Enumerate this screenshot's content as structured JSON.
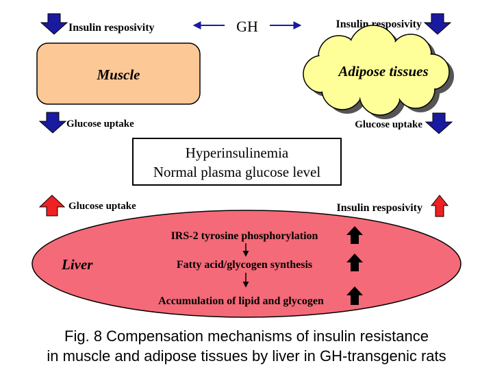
{
  "top": {
    "left_label": "Insulin resposivity",
    "center_label": "GH",
    "right_label": "Insulin resposivity"
  },
  "muscle": {
    "label": "Muscle",
    "fill": "#fcc896",
    "direction": "down"
  },
  "adipose": {
    "label": "Adipose tissues",
    "fill": "#ffff99",
    "direction": "down"
  },
  "glucose_uptake_left": "Glucose uptake",
  "glucose_uptake_right": "Glucose uptake",
  "center_box": {
    "line1": "Hyperinsulinemia",
    "line2": "Normal plasma glucose level"
  },
  "lower": {
    "left_label": "Glucose uptake",
    "right_label": "Insulin resposivity"
  },
  "liver": {
    "label": "Liver",
    "fill": "#f46a78",
    "steps": [
      "IRS-2 tyrosine phosphorylation",
      "Fatty acid/glycogen synthesis",
      "Accumulation of lipid and glycogen"
    ]
  },
  "caption": {
    "line1": "Fig. 8 Compensation mechanisms of insulin resistance",
    "line2": "in muscle and adipose tissues by liver in GH-transgenic rats"
  },
  "colors": {
    "down_arrow": "#1a1aa0",
    "up_arrow_red": "#ee2222",
    "up_arrow_black": "#000000"
  }
}
